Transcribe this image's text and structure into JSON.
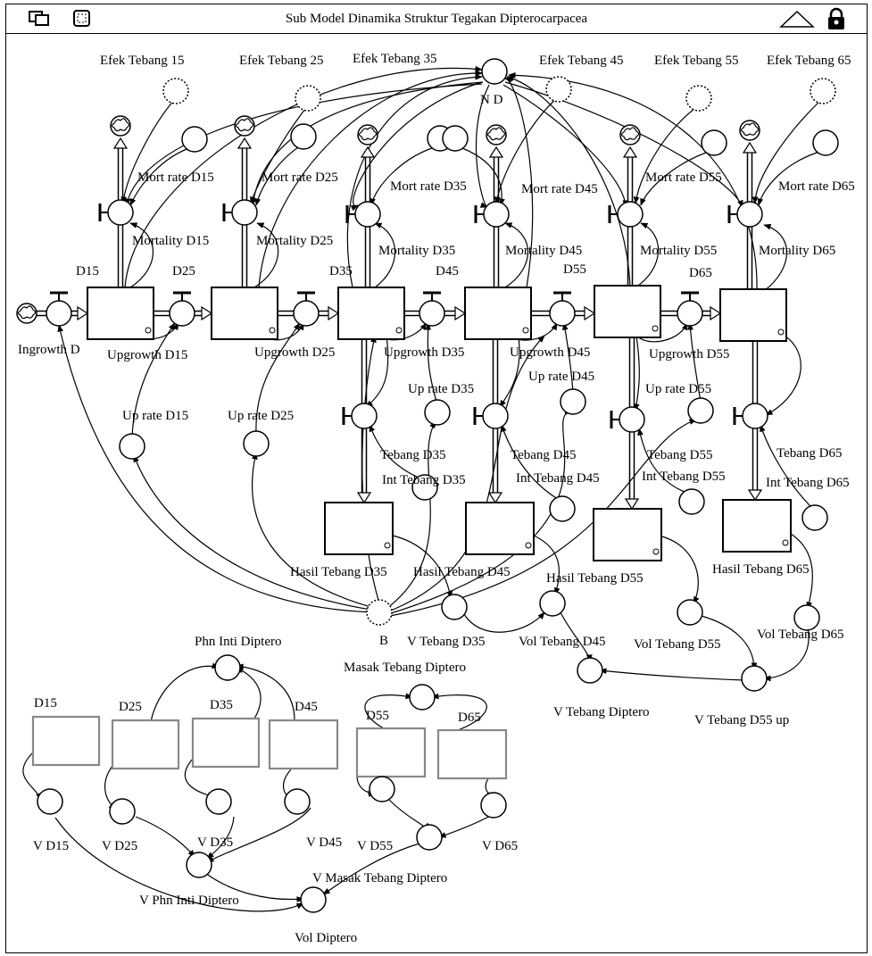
{
  "window": {
    "title": "Sub Model Dinamika Struktur Tegakan Dipterocarpacea"
  },
  "icons": {
    "left": [
      "copy-window-icon",
      "dotted-page-icon"
    ],
    "right": [
      "triangle-up-icon",
      "lock-icon"
    ]
  },
  "stocks": [
    {
      "id": "D15",
      "label": "D15"
    },
    {
      "id": "D25",
      "label": "D25"
    },
    {
      "id": "D35",
      "label": "D35"
    },
    {
      "id": "D45",
      "label": "D45"
    },
    {
      "id": "D55",
      "label": "D55"
    },
    {
      "id": "D65",
      "label": "D65"
    },
    {
      "id": "HT35",
      "label": "Hasil Tebang D35"
    },
    {
      "id": "HT45",
      "label": "Hasil Tebang D45"
    },
    {
      "id": "HT55",
      "label": "Hasil Tebang D55"
    },
    {
      "id": "HT65",
      "label": "Hasil Tebang D65"
    },
    {
      "id": "G15",
      "label": "D15"
    },
    {
      "id": "G25",
      "label": "D25"
    },
    {
      "id": "G35",
      "label": "D35"
    },
    {
      "id": "G45",
      "label": "D45"
    },
    {
      "id": "G55",
      "label": "D55"
    },
    {
      "id": "G65",
      "label": "D65"
    }
  ],
  "flows": [
    {
      "id": "ingrowth",
      "label": "Ingrowth D"
    },
    {
      "id": "up15",
      "label": "Upgrowth D15"
    },
    {
      "id": "up25",
      "label": "Upgrowth  D25"
    },
    {
      "id": "up35",
      "label": "Upgrowth D35"
    },
    {
      "id": "up45",
      "label": "Upgrowth D45"
    },
    {
      "id": "up55",
      "label": "Upgrowth D55"
    },
    {
      "id": "mort15",
      "label": "Mortality D15"
    },
    {
      "id": "mort25",
      "label": "Mortality D25"
    },
    {
      "id": "mort35",
      "label": "Mortality D35"
    },
    {
      "id": "mort45",
      "label": "Mortality D45"
    },
    {
      "id": "mort55",
      "label": "Mortality D55"
    },
    {
      "id": "mort65",
      "label": "Mortality D65"
    },
    {
      "id": "teb35",
      "label": "Tebang D35"
    },
    {
      "id": "teb45",
      "label": "Tebang D45"
    },
    {
      "id": "teb55",
      "label": "Tebang D55"
    },
    {
      "id": "teb65",
      "label": "Tebang D65"
    }
  ],
  "converters": [
    {
      "id": "nd",
      "label": "N D"
    },
    {
      "id": "b",
      "label": "B"
    },
    {
      "id": "ef15",
      "label": "Efek Tebang 15"
    },
    {
      "id": "ef25",
      "label": "Efek Tebang 25"
    },
    {
      "id": "ef35",
      "label": "Efek Tebang 35"
    },
    {
      "id": "ef45",
      "label": "Efek Tebang 45"
    },
    {
      "id": "ef55",
      "label": "Efek Tebang 55"
    },
    {
      "id": "ef65",
      "label": "Efek Tebang 65"
    },
    {
      "id": "mr15",
      "label": "Mort rate D15"
    },
    {
      "id": "mr25",
      "label": "Mort rate D25"
    },
    {
      "id": "mr35",
      "label": "Mort rate D35"
    },
    {
      "id": "mr45",
      "label": "Mort rate D45"
    },
    {
      "id": "mr55",
      "label": "Mort rate D55"
    },
    {
      "id": "mr65",
      "label": "Mort rate D65"
    },
    {
      "id": "ur15",
      "label": "Up rate  D15"
    },
    {
      "id": "ur25",
      "label": "Up rate D25"
    },
    {
      "id": "ur35",
      "label": "Up rate D35"
    },
    {
      "id": "ur45",
      "label": "Up rate D45"
    },
    {
      "id": "ur55",
      "label": "Up rate D55"
    },
    {
      "id": "it35",
      "label": "Int Tebang D35"
    },
    {
      "id": "it45",
      "label": "Int  Tebang D45"
    },
    {
      "id": "it55",
      "label": "Int Tebang D55"
    },
    {
      "id": "it65",
      "label": "Int  Tebang D65"
    },
    {
      "id": "vt35",
      "label": "V Tebang D35"
    },
    {
      "id": "vol45",
      "label": "Vol Tebang D45"
    },
    {
      "id": "vol55",
      "label": "Vol Tebang D55"
    },
    {
      "id": "vol65",
      "label": "Vol Tebang D65"
    },
    {
      "id": "vtd",
      "label": "V Tebang Diptero"
    },
    {
      "id": "vt55up",
      "label": "V Tebang  D55 up"
    },
    {
      "id": "phn",
      "label": "Phn Inti Diptero"
    },
    {
      "id": "masak",
      "label": "Masak Tebang Diptero"
    },
    {
      "id": "v15",
      "label": "V D15"
    },
    {
      "id": "v25",
      "label": "V D25"
    },
    {
      "id": "v35",
      "label": "V D35"
    },
    {
      "id": "v45",
      "label": "V D45"
    },
    {
      "id": "v55",
      "label": "V D55"
    },
    {
      "id": "v65",
      "label": "V D65"
    },
    {
      "id": "vphn",
      "label": "V Phn Inti Diptero"
    },
    {
      "id": "vmasak",
      "label": "V Masak Tebang Diptero"
    },
    {
      "id": "vold",
      "label": "Vol Diptero"
    }
  ]
}
